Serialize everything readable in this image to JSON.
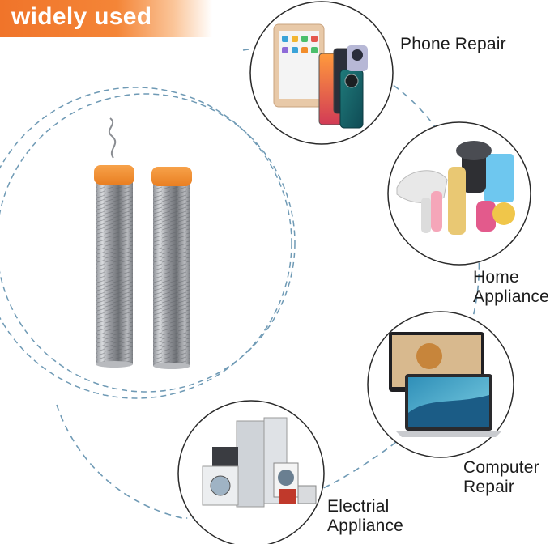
{
  "banner": {
    "text": "widely used",
    "color": "#f0742a"
  },
  "product": {
    "name": "solder wire tubes",
    "cap_color": "#f28d2b"
  },
  "applications": [
    {
      "id": "phone-repair",
      "lines": [
        "Phone Repair"
      ],
      "icon": "phone-tablet-icon"
    },
    {
      "id": "home-appliance",
      "lines": [
        "Home",
        "Appliance"
      ],
      "icon": "home-appliance-icon"
    },
    {
      "id": "computer-repair",
      "lines": [
        "Computer",
        "Repair"
      ],
      "icon": "laptop-icon"
    },
    {
      "id": "electrical-appliance",
      "lines": [
        "Electrial",
        "Appliance"
      ],
      "icon": "electrical-appliance-icon"
    }
  ],
  "colors": {
    "dashed_line": "#6f9ab5",
    "circle_border": "#2a2a2a"
  }
}
